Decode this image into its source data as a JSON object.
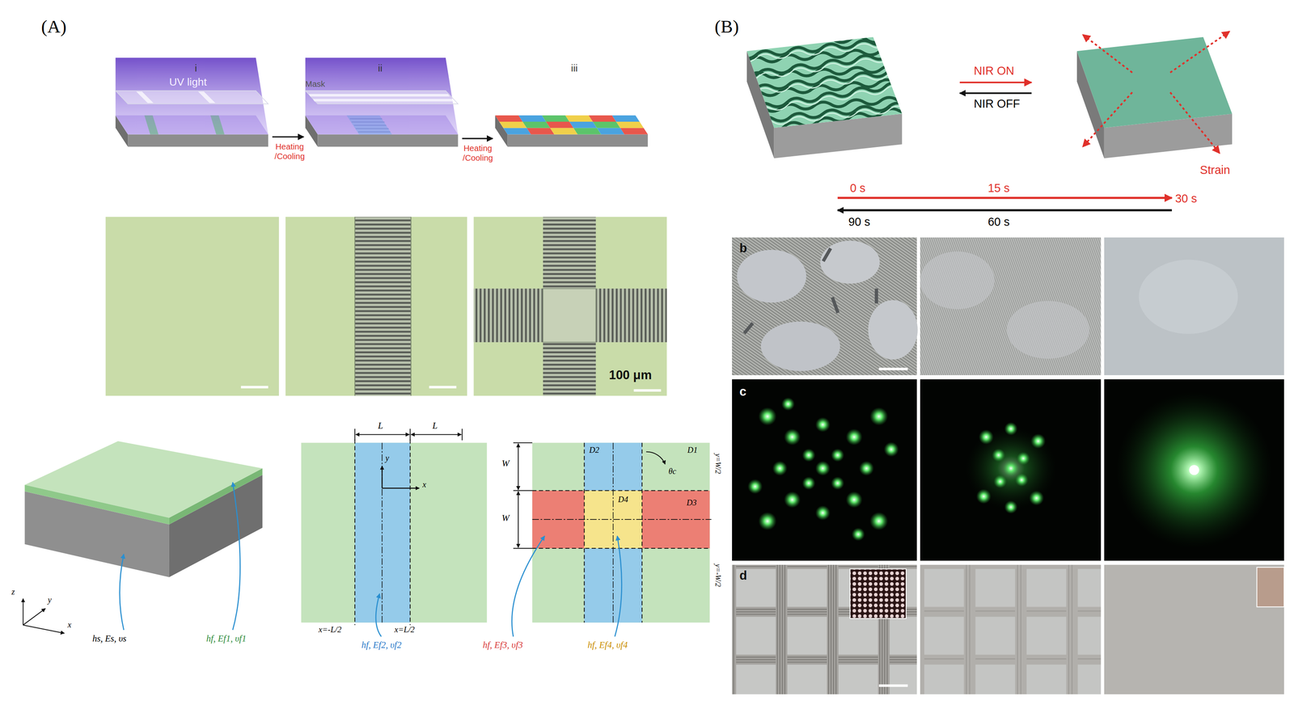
{
  "diagram": {
    "labels": [
      "(A)",
      "i",
      "ii",
      "iii",
      "UV light",
      "Mask",
      "Heating /Cooling",
      "Heating /Cooling",
      "100 μm",
      "z",
      "y",
      "x",
      "hs, Es, υs",
      "hf, Ef1, υf1",
      "L",
      "L",
      "y",
      "x",
      "x=-L/2",
      "x=L/2",
      "hf, Ef2, υf2",
      "W",
      "W",
      "D2",
      "D1",
      "θc",
      "y=W/2",
      "D3",
      "D4",
      "y=-W/2",
      "hf, Ef3, υf3",
      "hf, Ef4, υf4",
      "(B)",
      "NIR ON",
      "NIR OFF",
      "Strain",
      "0 s",
      "15 s",
      "30 s",
      "90 s",
      "60 s",
      "b",
      "c",
      "d"
    ]
  }
}
